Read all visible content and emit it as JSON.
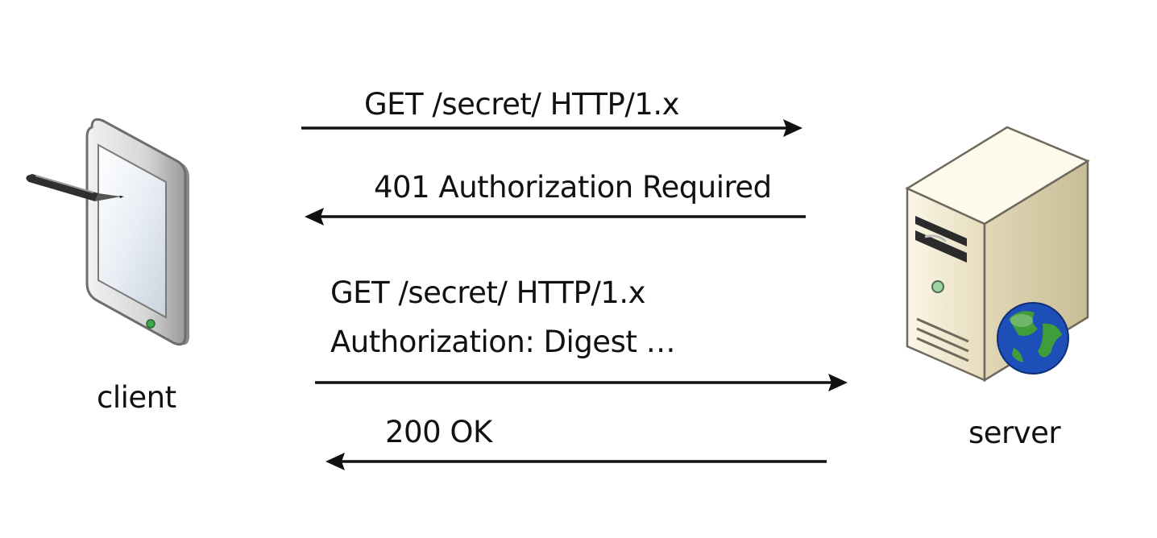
{
  "client": {
    "label": "client"
  },
  "server": {
    "label": "server"
  },
  "messages": [
    {
      "lines": [
        "GET /secret/ HTTP/1.x"
      ],
      "direction": "to-server"
    },
    {
      "lines": [
        "401 Authorization Required"
      ],
      "direction": "to-client"
    },
    {
      "lines": [
        "GET /secret/ HTTP/1.x",
        "Authorization: Digest …"
      ],
      "direction": "to-server"
    },
    {
      "lines": [
        "200 OK"
      ],
      "direction": "to-client"
    }
  ],
  "colors": {
    "text": "#111111",
    "arrow": "#111111",
    "tablet_frame": "#c9c9c9",
    "tablet_screen": "#dfe6ef",
    "server_case": "#e8dfc4",
    "globe_ocean": "#1e4fb8",
    "globe_land": "#3f9e3a"
  },
  "icons": {
    "client": "tablet-with-stylus-icon",
    "server": "server-with-globe-icon"
  }
}
